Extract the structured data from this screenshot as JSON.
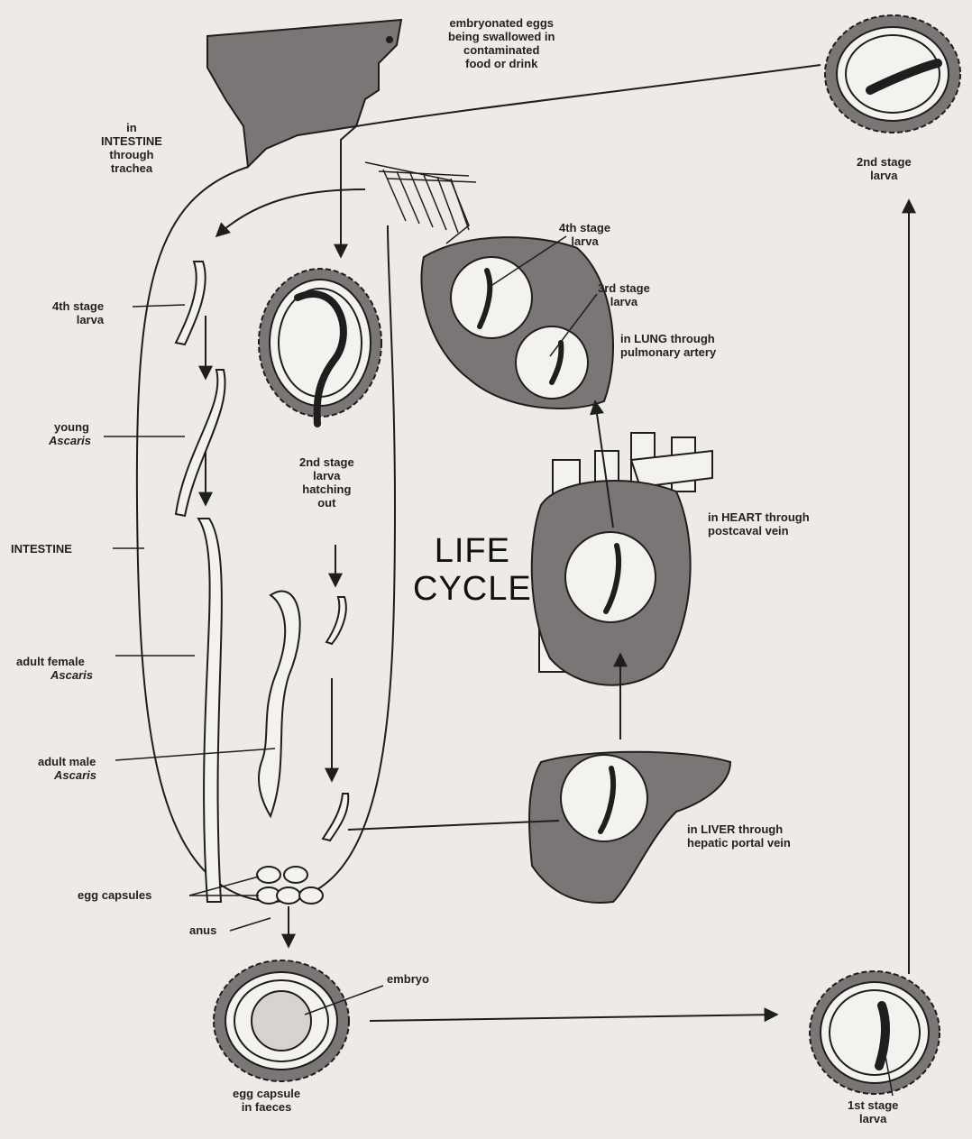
{
  "diagram": {
    "title": "LIFE\nCYCLE",
    "stages": {
      "egg_capsule_in_faeces": "egg capsule\nin faeces",
      "embryo": "embryo",
      "first_stage_larva": "1st stage\nlarva",
      "second_stage_larva": "2nd stage\nlarva",
      "swallowed": "embryonated eggs\nbeing swallowed in\ncontaminated\nfood or drink",
      "hatching": "2nd stage\nlarva\nhatching\nout",
      "liver": "in LIVER through\nhepatic portal vein",
      "heart": "in HEART through\npostcaval vein",
      "lung": "in LUNG through\npulmonary artery",
      "lung_3rd": "3rd stage\nlarva",
      "lung_4th": "4th stage\nlarva",
      "intestine_via_trachea": "in\nINTESTINE\nthrough\ntrachea"
    },
    "intestine_labels": {
      "fourth_stage": "4th stage\nlarva",
      "young_1": "young",
      "young_2": "Ascaris",
      "intestine": "INTESTINE",
      "female_1": "adult female",
      "female_2": "Ascaris",
      "male_1": "adult male",
      "male_2": "Ascaris",
      "egg_capsules": "egg capsules",
      "anus": "anus"
    },
    "colors": {
      "ink": "#1e1e1e",
      "organ": "#7a7676",
      "paper": "#eeeae6",
      "cell": "#f4f2ef"
    }
  }
}
